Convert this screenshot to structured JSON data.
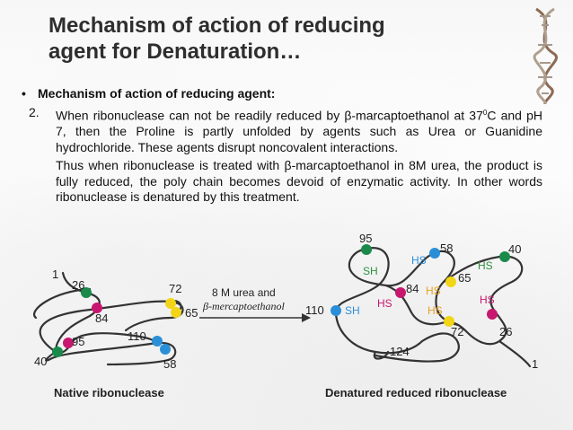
{
  "slide": {
    "title_line1": "Mechanism of action of reducing",
    "title_line2": "agent for Denaturation…",
    "bullet_marker": "•",
    "bullet_heading": "Mechanism of action of reducing agent:",
    "item_number": "2.",
    "para1_before_sup": "When ribonuclease can not be readily reduced by β-marcaptoethanol at 37",
    "para1_sup": "0",
    "para1_after_sup": "C and pH 7, then the Proline is partly unfolded by agents such as Urea or Guanidine hydrochloride. These agents disrupt noncovalent interactions.",
    "para2": "Thus when ribonuclease is treated with β-marcaptoethanol in 8M urea, the product is fully reduced, the poly chain becomes devoid of enzymatic activity. In other words ribonuclease is denatured by this treatment."
  },
  "diagram": {
    "arrow_label_line1": "8 M urea and",
    "arrow_label_line2": "β-mercaptoethanol",
    "native_caption": "Native ribonuclease",
    "denatured_caption": "Denatured reduced ribonuclease",
    "native_labels": {
      "n1": "1",
      "n26": "26",
      "n84": "84",
      "n95": "95",
      "n40": "40",
      "n110": "110",
      "n58": "58",
      "n72": "72",
      "n65": "65"
    },
    "denatured_labels": {
      "d95": "95",
      "d58": "58",
      "d40": "40",
      "d65": "65",
      "d84": "84",
      "d110": "110",
      "d72": "72",
      "d26": "26",
      "d124": "124",
      "d1": "1"
    },
    "sh_labels": {
      "sh95": "SH",
      "sh110": "SH",
      "hs58": "HS",
      "hs40": "HS",
      "hs84": "HS",
      "hs65": "HS",
      "hs72": "HS",
      "hs26": "HS"
    },
    "colors": {
      "green": "#1a8a4a",
      "magenta": "#c8176f",
      "yellow": "#f2d516",
      "blue": "#2b8fd8",
      "sh_text": "#2f8f3f",
      "hs_text": "#c8176f",
      "chain": "#333333"
    }
  }
}
